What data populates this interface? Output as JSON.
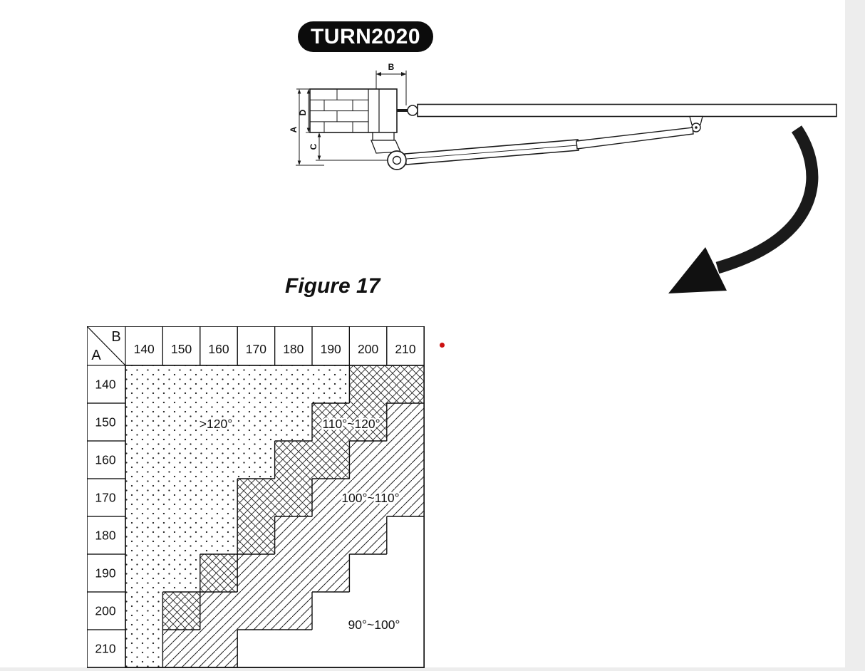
{
  "page": {
    "background": "#ffffff",
    "edge_color": "#ededed"
  },
  "badge": {
    "label": "TURN2020",
    "bg": "#0c0c0c",
    "fg": "#ffffff"
  },
  "figure_caption": "Figure 17",
  "marker": {
    "color": "#cc1111"
  },
  "drawing": {
    "description": "Side view of swing-gate opener arm mounted on pillar with dimension callouts",
    "dims": {
      "b": "B",
      "a": "A",
      "d": "D",
      "c": "C"
    }
  },
  "chart_data": {
    "type": "heatmap",
    "title": "Opening angle vs. mounting dimensions A and B (Figure 17)",
    "col_axis_label": "B",
    "row_axis_label": "A",
    "col_headers": [
      "140",
      "150",
      "160",
      "170",
      "180",
      "190",
      "200",
      "210"
    ],
    "row_headers": [
      "140",
      "150",
      "160",
      "170",
      "180",
      "190",
      "200",
      "210"
    ],
    "cells": [
      "ddddddxx",
      "dddddxxs",
      "ddddxxss",
      "dddxxsss",
      "dddxsssw",
      "ddxsssww",
      "dxssswww",
      "dsswwwww"
    ],
    "legend": {
      "d": ">120°",
      "x": "110°~120°",
      "s": "100°~110°",
      "w": "90°~100°"
    },
    "legend_patterns": {
      "d": "dotted",
      "x": "crosshatch",
      "s": "diagonal-hatch",
      "w": "plain-white"
    }
  }
}
